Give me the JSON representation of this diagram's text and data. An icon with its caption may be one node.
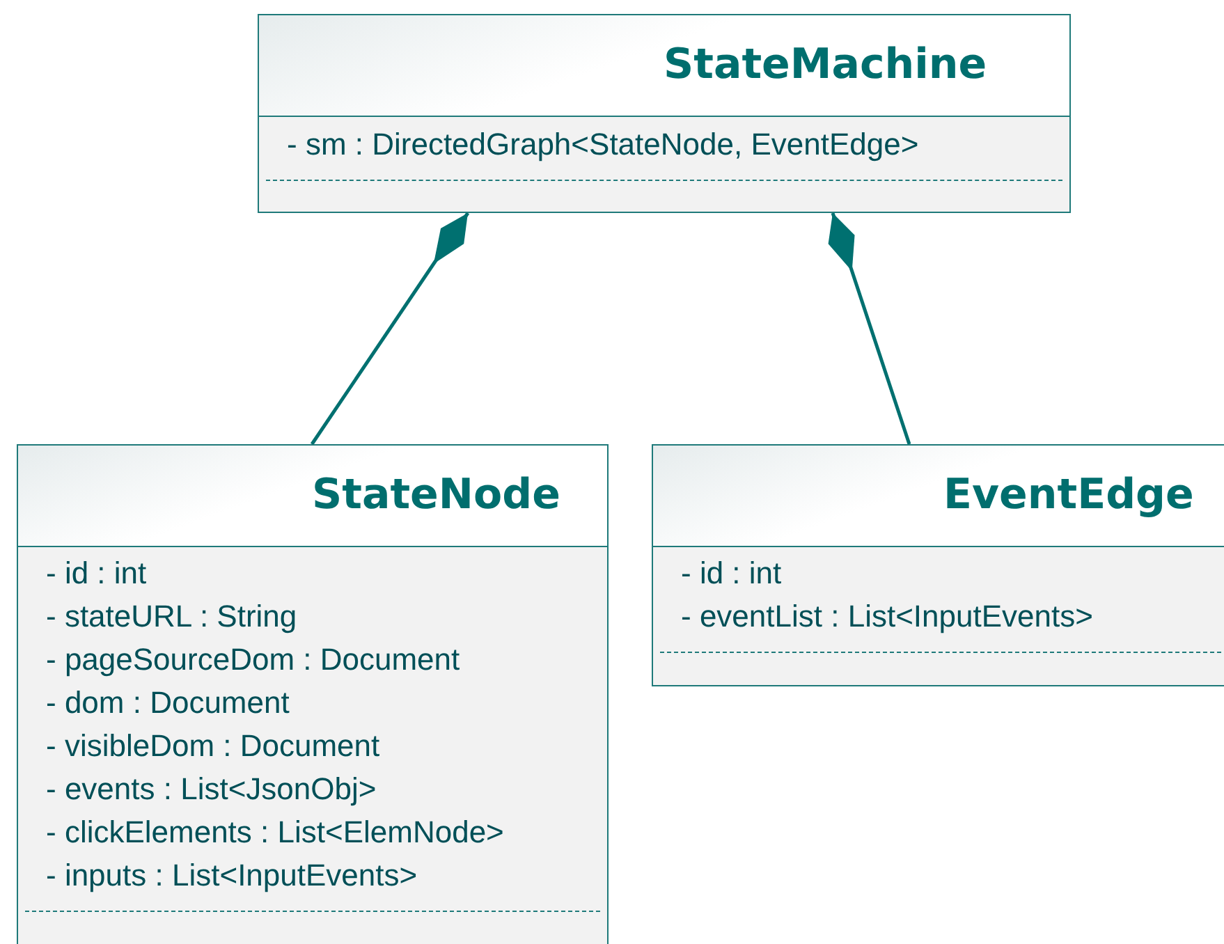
{
  "diagram": {
    "nodes": [
      {
        "text": [
          "StateMachine",
          "- sm : DirectedGraph<StateNode, EventEdge>"
        ]
      },
      {
        "text": [
          "StateNode",
          "- id : int",
          "- stateURL : String",
          "- pageSourceDom : Document",
          "- dom : Document",
          "- visibleDom : Document",
          "- events : List<JsonObj>",
          "- clickElements : List<ElemNode>",
          "- inputs : List<InputEvents>"
        ]
      },
      {
        "text": [
          "EventEdge",
          "- id : int",
          "- eventList : List<InputEvents>"
        ]
      }
    ],
    "edges": [
      {
        "from": 0,
        "to": 1,
        "arrow": "other"
      },
      {
        "from": 0,
        "to": 2,
        "arrow": "other"
      }
    ]
  }
}
